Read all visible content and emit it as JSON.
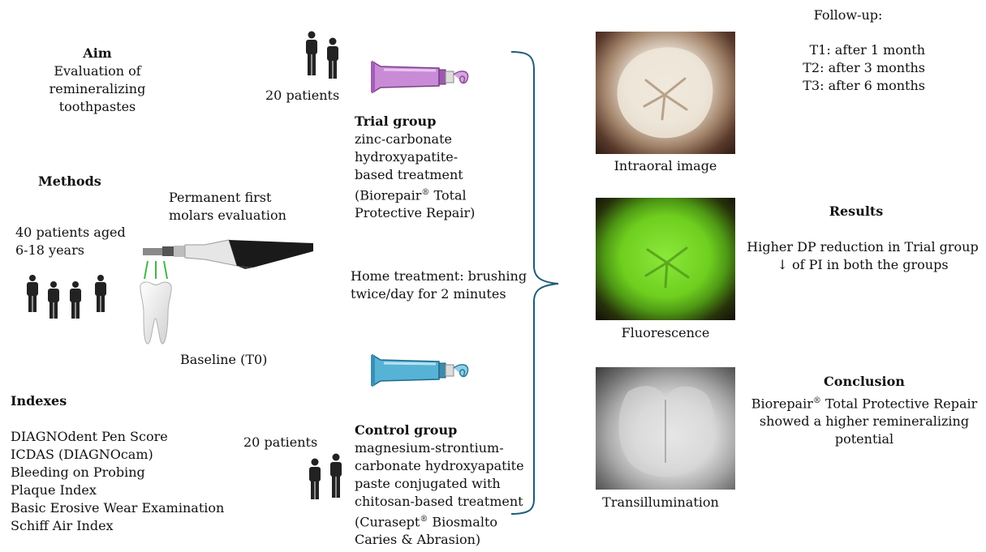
{
  "aim": {
    "title": "Aim",
    "lines": [
      "Evaluation of",
      "remineralizing",
      "toothpastes"
    ]
  },
  "methods": {
    "title": "Methods"
  },
  "patients_total": {
    "lines": [
      "40 patients aged",
      "6-18 years"
    ]
  },
  "molars": {
    "lines": [
      "Permanent first",
      "molars evaluation"
    ]
  },
  "baseline": "Baseline (T0)",
  "indexes": {
    "title": "Indexes",
    "items": [
      "DIAGNOdent Pen Score",
      "ICDAS (DIAGNOcam)",
      "Bleeding on Probing",
      "Plaque Index",
      "Basic Erosive Wear Examination",
      "Schiff Air Index"
    ]
  },
  "trial": {
    "patients": "20 patients",
    "title": "Trial group",
    "lines": [
      "zinc-carbonate",
      "hydroxyapatite-",
      "based treatment"
    ],
    "product_line1_pre": "(Biorepair",
    "product_line1_post": " Total",
    "product_line2": "Protective Repair)"
  },
  "control": {
    "patients": "20 patients",
    "title": "Control group",
    "lines": [
      "magnesium-strontium-",
      "carbonate hydroxyapatite",
      "paste conjugated with",
      "chitosan-based treatment"
    ],
    "product_line1_pre": "(Curasept",
    "product_line1_post": " Biosmalto",
    "product_line2": "Caries & Abrasion)"
  },
  "home": {
    "lines": [
      "Home treatment: brushing",
      "twice/day for 2 minutes"
    ]
  },
  "images": {
    "intraoral": "Intraoral image",
    "fluorescence": "Fluorescence",
    "transillumination": "Transillumination"
  },
  "followup": {
    "title": "Follow-up:",
    "items": [
      "T1: after 1 month",
      "T2: after 3 months",
      "T3: after 6 months"
    ]
  },
  "results": {
    "title": "Results",
    "lines": [
      "Higher DP reduction in Trial group",
      "↓ of PI in both the groups"
    ]
  },
  "conclusion": {
    "title": "Conclusion",
    "line1_pre": "Biorepair",
    "line1_post": " Total Protective Repair",
    "lines": [
      "showed a higher remineralizing",
      "potential"
    ]
  },
  "registered": "®",
  "icon_colors": {
    "people": "#222222",
    "trial_tube": "#c98bd6",
    "control_tube": "#56b3d6",
    "brace": "#1f5c78",
    "light": "#45b545"
  }
}
